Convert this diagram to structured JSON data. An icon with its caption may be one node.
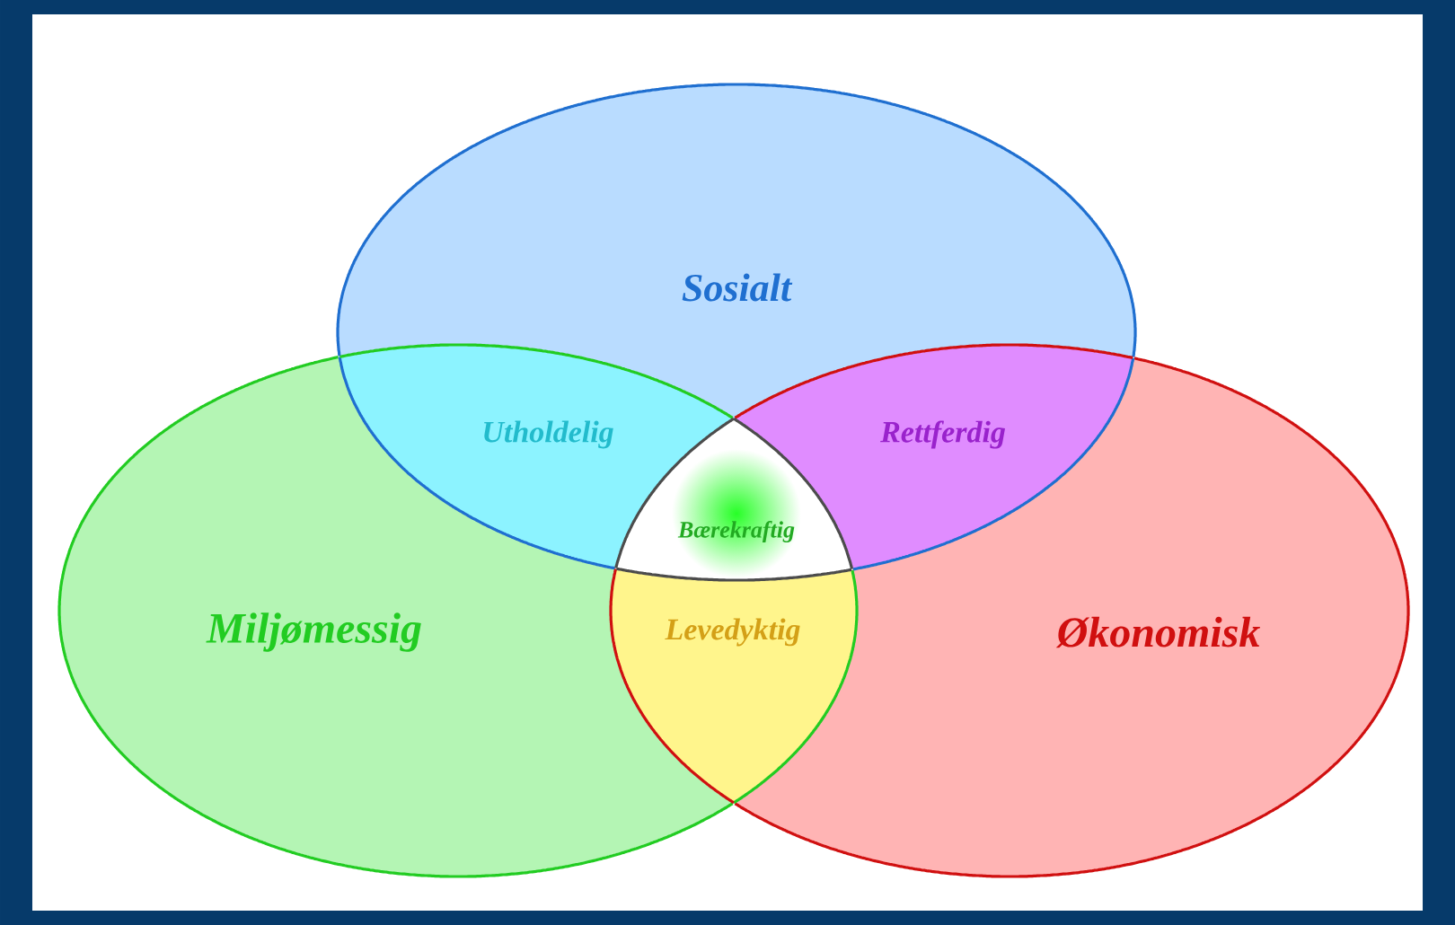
{
  "diagram": {
    "nodes": [
      {
        "text": [
          "Sosialt"
        ]
      },
      {
        "text": [
          "Miljømessig"
        ]
      },
      {
        "text": [
          "Økonomisk"
        ]
      },
      {
        "text": [
          "Utholdelig"
        ]
      },
      {
        "text": [
          "Rettferdig"
        ]
      },
      {
        "text": [
          "Bærekraftig"
        ]
      },
      {
        "text": [
          "Levedyktig"
        ]
      }
    ]
  }
}
